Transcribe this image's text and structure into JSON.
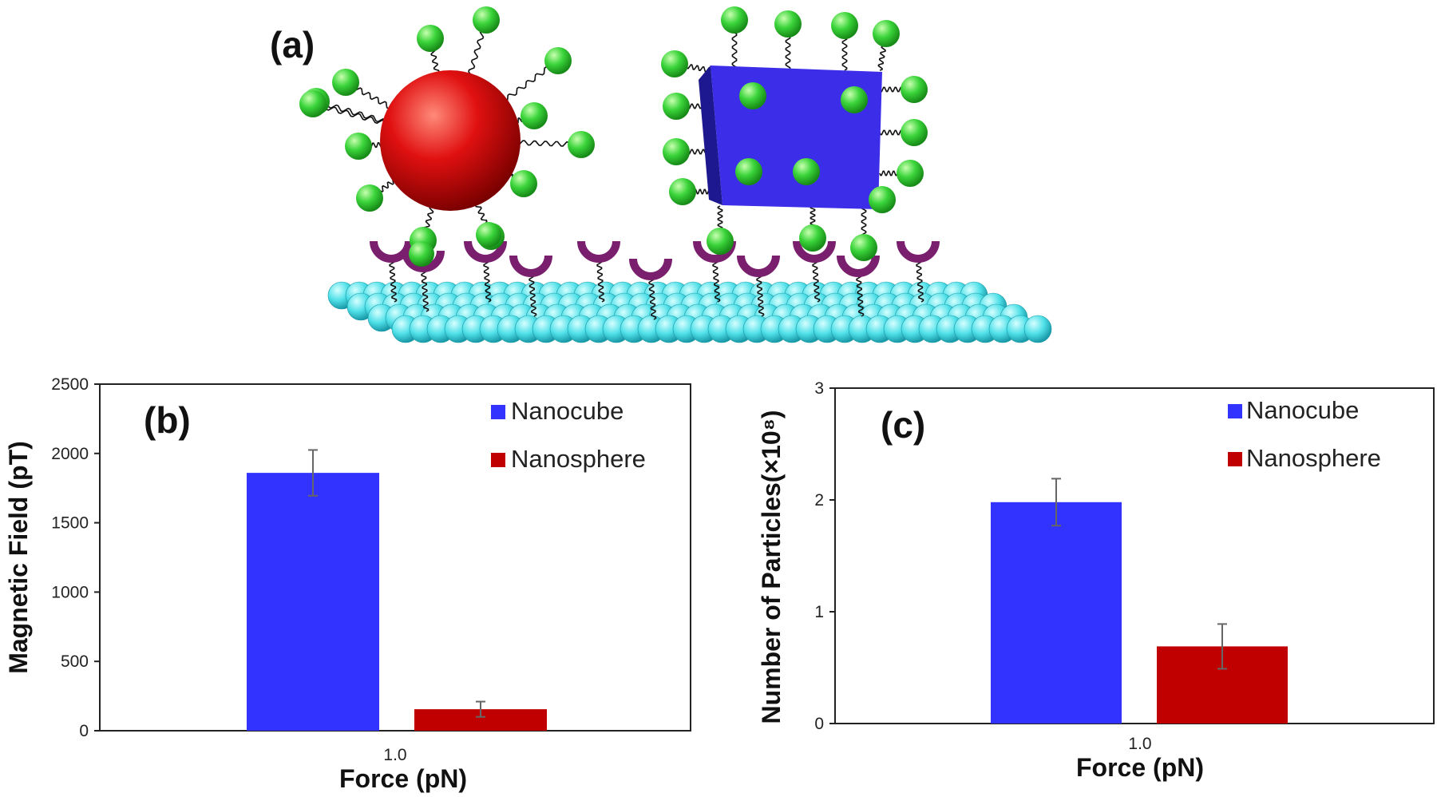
{
  "panel_a": {
    "label": "(a)"
  },
  "colors": {
    "nanocube": "#3333ff",
    "nanosphere": "#c00000",
    "ligand": "#3ad43a",
    "receptor": "#7a1f6e",
    "substrate": "#4fe0e8",
    "errorbar": "#666666"
  },
  "icons": [
    "nanosphere-icon",
    "nanocube-icon",
    "ligand-sphere-icon",
    "receptor-cup-icon",
    "substrate-bead-icon"
  ],
  "chart_data": [
    {
      "type": "bar",
      "panel_label": "(b)",
      "categories": [
        "1.0"
      ],
      "xlabel": "Force (pN)",
      "ylabel": "Magnetic Field (pT)",
      "ylim": [
        0,
        2500
      ],
      "yticks": [
        0,
        500,
        1000,
        1500,
        2000,
        2500
      ],
      "grid": false,
      "legend_position": "top-right",
      "series": [
        {
          "name": "Nanocube",
          "values": [
            1860
          ],
          "errors": [
            165
          ]
        },
        {
          "name": "Nanosphere",
          "values": [
            155
          ],
          "errors": [
            55
          ]
        }
      ]
    },
    {
      "type": "bar",
      "panel_label": "(c)",
      "categories": [
        "1.0"
      ],
      "xlabel": "Force (pN)",
      "ylabel": "Number of Particles(×10⁸)",
      "ylim": [
        0,
        3
      ],
      "yticks": [
        0,
        1,
        2,
        3
      ],
      "grid": false,
      "legend_position": "top-right",
      "series": [
        {
          "name": "Nanocube",
          "values": [
            1.98
          ],
          "errors": [
            0.21
          ]
        },
        {
          "name": "Nanosphere",
          "values": [
            0.69
          ],
          "errors": [
            0.2
          ]
        }
      ]
    }
  ]
}
